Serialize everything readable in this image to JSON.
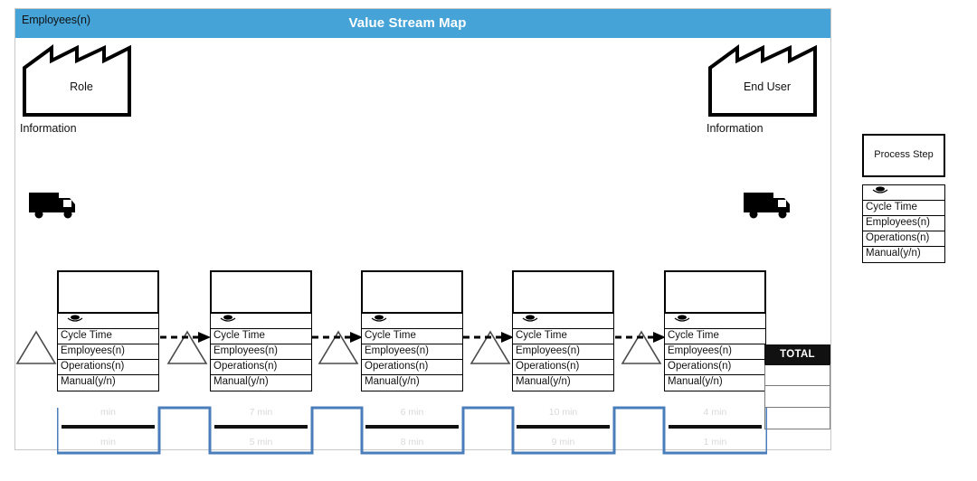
{
  "header": {
    "left_label": "Employees(n)",
    "title": "Value Stream Map",
    "background_color": "#45a3d8",
    "title_color": "#ffffff"
  },
  "supplier": {
    "label": "Role",
    "info_label": "Information",
    "icon": "factory-icon"
  },
  "customer": {
    "label": "End User",
    "info_label": "Information",
    "icon": "factory-icon"
  },
  "transport": {
    "left_icon": "truck-icon",
    "right_icon": "truck-icon"
  },
  "process_row_labels": {
    "eye": "eye-icon",
    "cycle_time": "Cycle Time",
    "employees": "Employees(n)",
    "operations": "Operations(n)",
    "manual": "Manual(y/n)"
  },
  "process_steps": [
    {
      "title": "",
      "cycle_time": "Cycle Time",
      "employees": "Employees(n)",
      "operations": "Operations(n)",
      "manual": "Manual(y/n)"
    },
    {
      "title": "",
      "cycle_time": "Cycle Time",
      "employees": "Employees(n)",
      "operations": "Operations(n)",
      "manual": "Manual(y/n)"
    },
    {
      "title": "",
      "cycle_time": "Cycle Time",
      "employees": "Employees(n)",
      "operations": "Operations(n)",
      "manual": "Manual(y/n)"
    },
    {
      "title": "",
      "cycle_time": "Cycle Time",
      "employees": "Employees(n)",
      "operations": "Operations(n)",
      "manual": "Manual(y/n)"
    },
    {
      "title": "",
      "cycle_time": "Cycle Time",
      "employees": "Employees(n)",
      "operations": "Operations(n)",
      "manual": "Manual(y/n)"
    }
  ],
  "timeline": {
    "line_color": "#4a7ebb",
    "value_color": "#d9d9d9",
    "segments": [
      {
        "value_added": "min",
        "lead_time": "min"
      },
      {
        "value_added": "7 min",
        "lead_time": "5 min"
      },
      {
        "value_added": "6 min",
        "lead_time": "8 min"
      },
      {
        "value_added": "10 min",
        "lead_time": "9 min"
      },
      {
        "value_added": "4 min",
        "lead_time": "1 min"
      }
    ]
  },
  "total_panel": {
    "header": "TOTAL",
    "header_background": "#111111",
    "rows": [
      "",
      "",
      ""
    ]
  },
  "legend": {
    "process_step_label": "Process Step",
    "rows": [
      {
        "icon": "eye-icon",
        "label": ""
      },
      {
        "icon": "",
        "label": "Cycle Time"
      },
      {
        "icon": "",
        "label": "Employees(n)"
      },
      {
        "icon": "",
        "label": "Operations(n)"
      },
      {
        "icon": "",
        "label": "Manual(y/n)"
      }
    ]
  }
}
